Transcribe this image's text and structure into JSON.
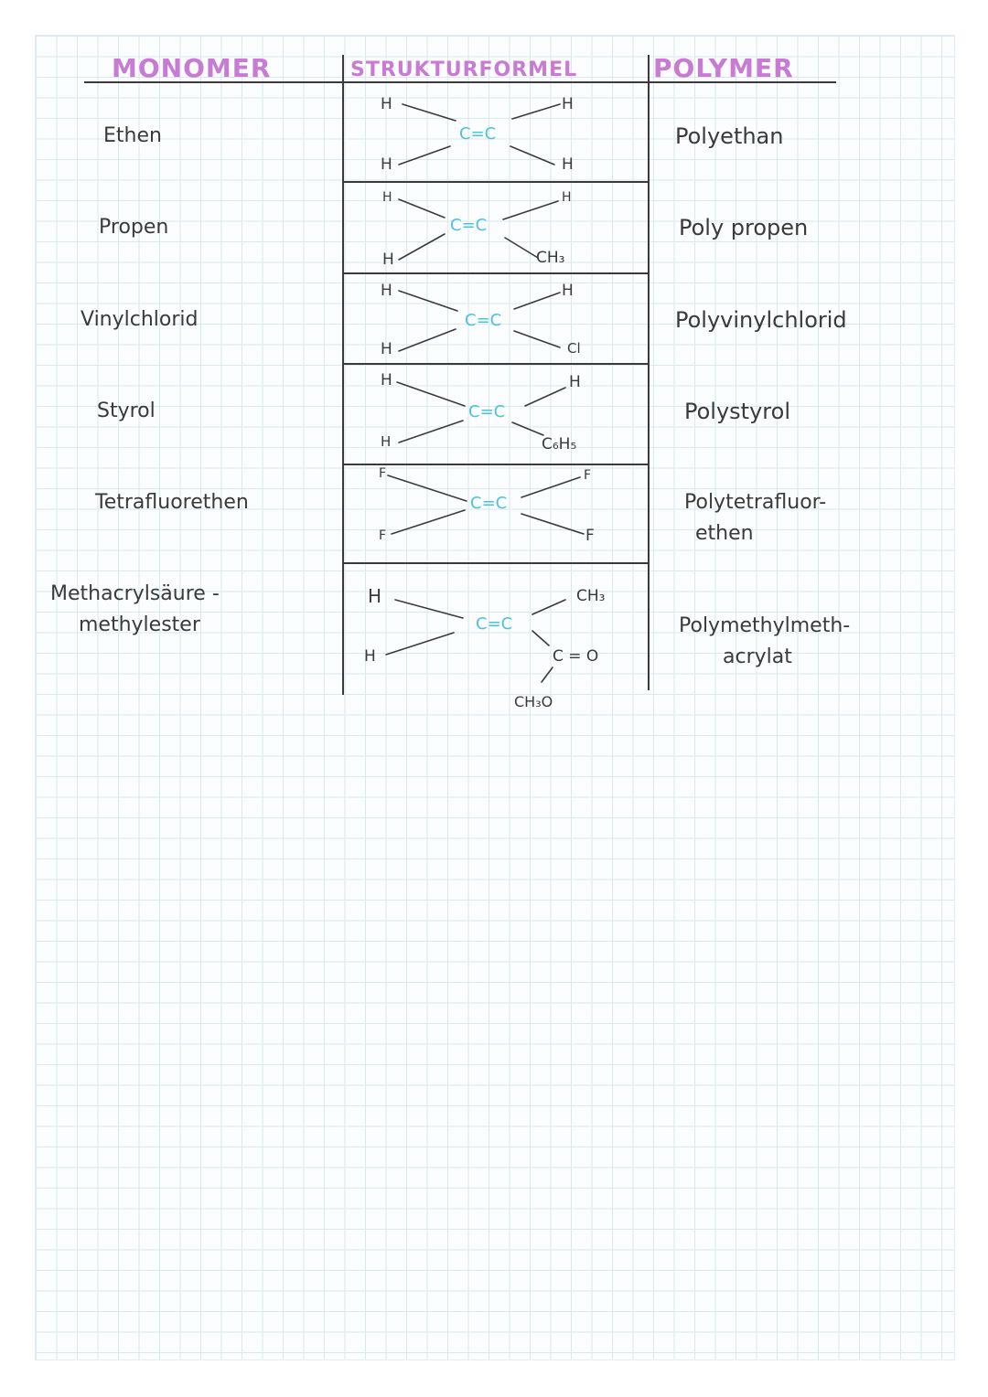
{
  "headers": {
    "monomer": "MONOMER",
    "struktur": "STRUKTURFORMEL",
    "polymer": "POLYMER"
  },
  "rows": [
    {
      "monomer": "Ethen",
      "polymer": "Polyethan",
      "atoms": {
        "tl": "H",
        "bl": "H",
        "tr": "H",
        "br": "H"
      },
      "cc": "C=C"
    },
    {
      "monomer": "Propen",
      "polymer": "Poly propen",
      "atoms": {
        "tl": "H",
        "bl": "H",
        "tr": "H",
        "br": "CH₃"
      },
      "cc": "C=C"
    },
    {
      "monomer": "Vinylchlorid",
      "polymer": "Polyvinylchlorid",
      "atoms": {
        "tl": "H",
        "bl": "H",
        "tr": "H",
        "br": "Cl"
      },
      "cc": "C=C"
    },
    {
      "monomer": "Styrol",
      "polymer": "Polystyrol",
      "atoms": {
        "tl": "H",
        "bl": "H",
        "tr": "H",
        "br": "C₆H₅"
      },
      "cc": "C=C"
    },
    {
      "monomer": "Tetrafluorethen",
      "polymer_lines": [
        "Polytetrafluor-",
        "ethen"
      ],
      "atoms": {
        "tl": "F",
        "bl": "F",
        "tr": "F",
        "br": "F"
      },
      "cc": "C=C"
    },
    {
      "monomer_lines": [
        "Methacrylsäure -",
        "methylester"
      ],
      "polymer_lines": [
        "Polymethylmeth-",
        "acrylat"
      ],
      "atoms": {
        "tl": "H",
        "bl": "H",
        "tr": "CH₃",
        "br": "C = O",
        "ester": "CH₃O"
      },
      "cc": "C=C"
    }
  ],
  "colors": {
    "header": "#c77bd3",
    "double_bond": "#4cc3d8",
    "ink": "#3a3a3a"
  }
}
